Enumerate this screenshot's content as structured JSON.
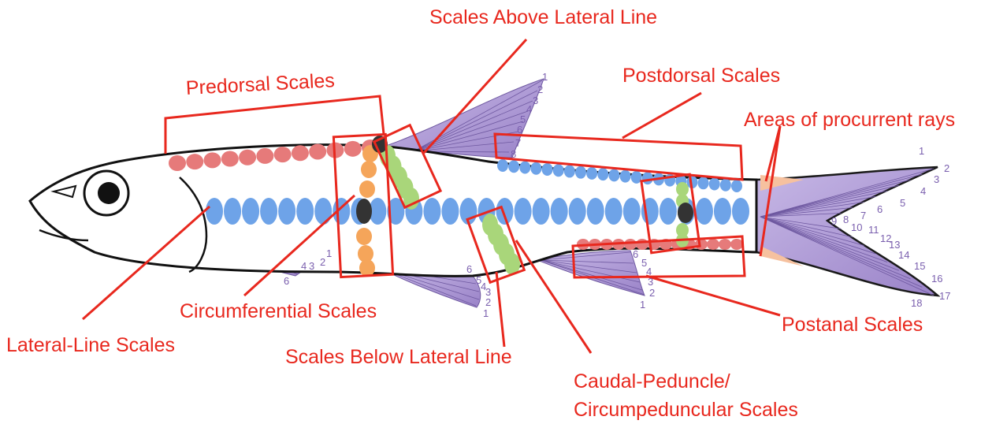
{
  "labels": {
    "scales_above_lateral_line": "Scales Above Lateral Line",
    "predorsal_scales": "Predorsal Scales",
    "postdorsal_scales": "Postdorsal Scales",
    "areas_of_procurrent_rays": "Areas of procurrent rays",
    "circumferential_scales": "Circumferential Scales",
    "lateral_line_scales": "Lateral-Line Scales",
    "scales_below_lateral_line": "Scales Below Lateral Line",
    "caudal_peduncle_line1": "Caudal-Peduncle/",
    "caudal_peduncle_line2": "Circumpeduncular Scales",
    "postanal_scales": "Postanal Scales"
  },
  "ray_counts": {
    "dorsal_fin": [
      "1",
      "2",
      "3",
      "4",
      "5",
      "6",
      "7",
      "8"
    ],
    "caudal_fin": [
      "1",
      "2",
      "3",
      "4",
      "5",
      "6",
      "7",
      "8",
      "9",
      "10",
      "11",
      "12",
      "13",
      "14",
      "15",
      "16",
      "17",
      "18"
    ],
    "pectoral_fin": [
      "1",
      "2",
      "3",
      "4",
      "6"
    ],
    "pelvic_fin": [
      "1",
      "2",
      "3",
      "4",
      "5",
      "6"
    ],
    "anal_fin": [
      "1",
      "2",
      "3",
      "4",
      "5",
      "6"
    ]
  },
  "colors": {
    "label": "#e8281e",
    "fin": "#a58fd0",
    "lateral_line_scale": "#6ea3e8",
    "predorsal_scale": "#e67a7a",
    "above_line_scale": "#a9d67a",
    "below_line_scale": "#f5a55a",
    "procurrent_area": "#f6c19f",
    "ray_number": "#7a5fae"
  }
}
